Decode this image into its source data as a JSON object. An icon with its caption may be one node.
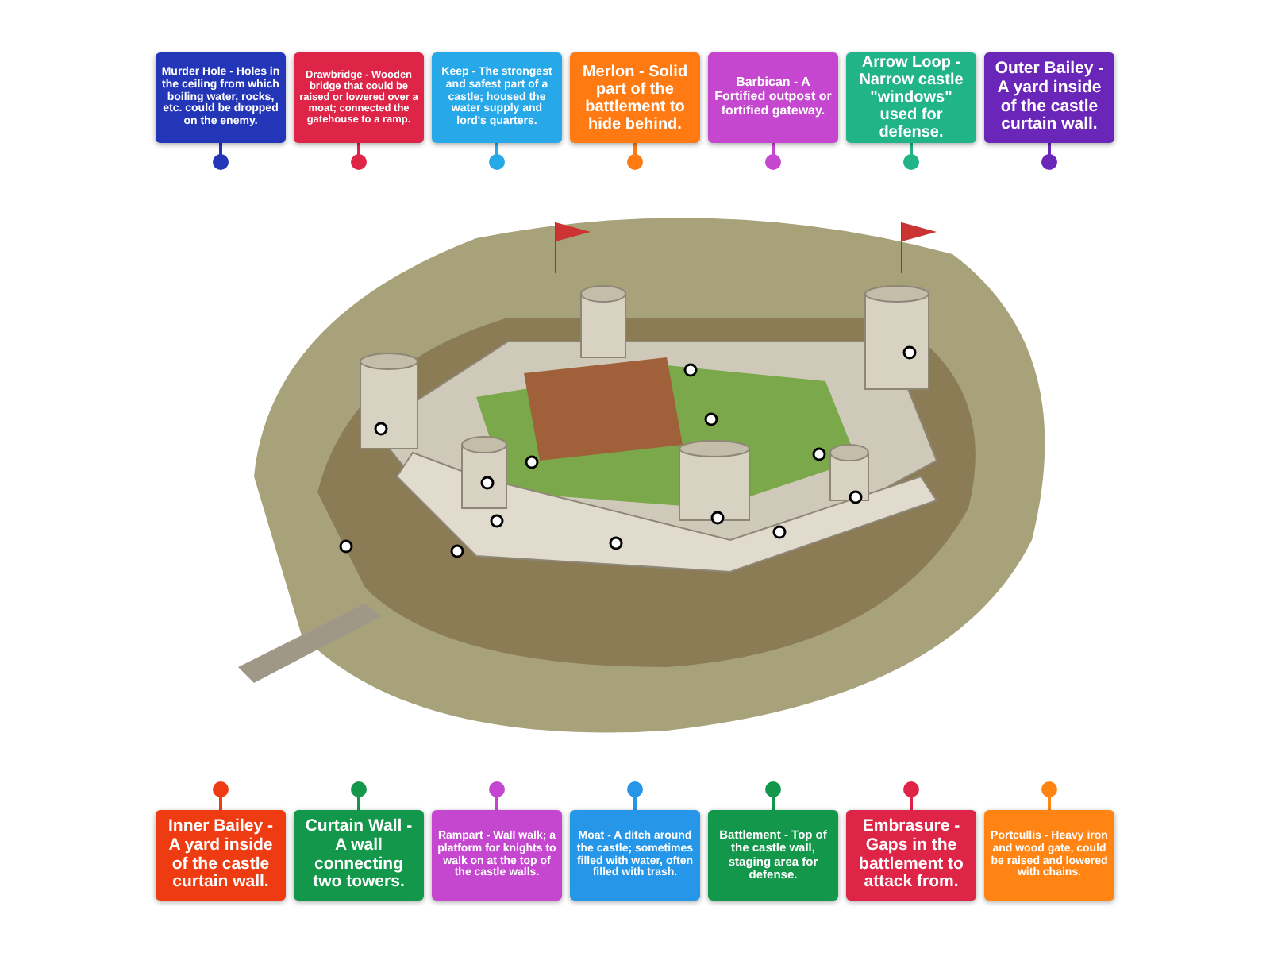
{
  "diagram": {
    "nodes": [
      {
        "text": [
          "**Murder Hole** - Holes in the ceiling from which boiling water, rocks, etc. could be dropped on the enemy."
        ]
      },
      {
        "text": [
          "**Drawbridge** - Wooden bridge that could be raised or lowered over a moat; connected the gatehouse to a ramp."
        ]
      },
      {
        "text": [
          "**Keep** - The strongest and safest part of a castle; housed the water supply and lord's quarters."
        ]
      },
      {
        "text": [
          "**Merlon** - Solid part of the battlement to hide behind."
        ]
      },
      {
        "text": [
          "**Barbican** - A Fortified outpost or fortified gateway."
        ]
      },
      {
        "text": [
          "**Arrow Loop** - Narrow castle \"windows\" used for defense."
        ]
      },
      {
        "text": [
          "**Outer Bailey** - A yard inside of the castle curtain wall."
        ]
      },
      {
        "text": [
          "**Inner Bailey** - A yard inside of the castle curtain wall."
        ]
      },
      {
        "text": [
          "**Curtain Wall** - A wall connecting two towers."
        ]
      },
      {
        "text": [
          "**Rampart** - Wall walk; a platform for knights to walk on at the top of the castle walls."
        ]
      },
      {
        "text": [
          "**Moat** - A ditch around the castle; sometimes filled with water, often filled with trash."
        ]
      },
      {
        "text": [
          "**Battlement** - Top of the castle wall, staging area for defense."
        ]
      },
      {
        "text": [
          "**Embrasure** - Gaps in the battlement to attack from."
        ]
      },
      {
        "text": [
          "**Portcullis** - Heavy iron and wood gate, could be raised and lowered with chains."
        ]
      }
    ]
  }
}
